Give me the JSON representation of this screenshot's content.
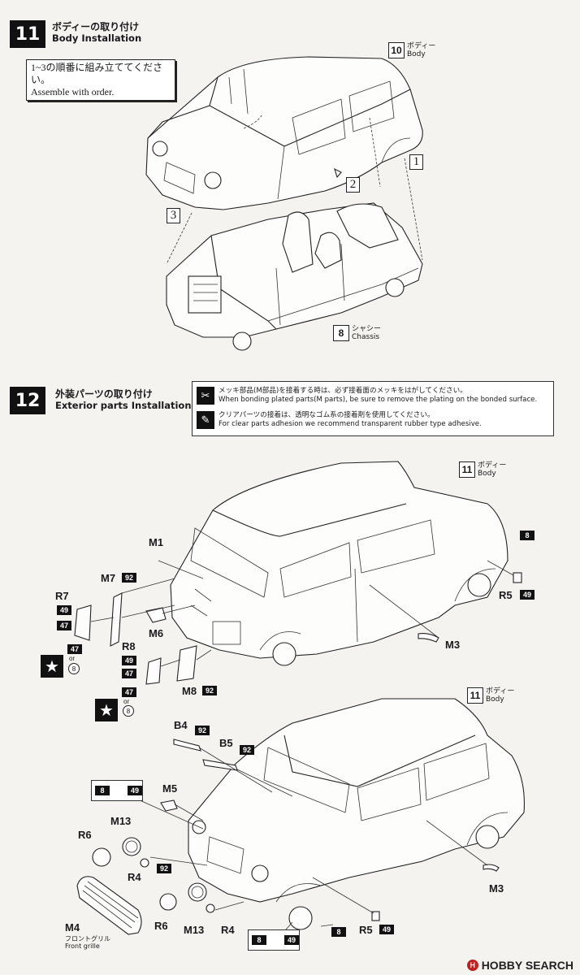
{
  "step11": {
    "number": "11",
    "title_ja": "ボディーの取り付け",
    "title_en": "Body Installation",
    "note_ja": "1~3の順番に組み立ててください。",
    "note_en": "Assemble with order.",
    "body_ref": {
      "num": "10",
      "ja": "ボディー",
      "en": "Body"
    },
    "chassis_ref": {
      "num": "8",
      "ja": "シャシー",
      "en": "Chassis"
    },
    "order": [
      "1",
      "2",
      "3"
    ]
  },
  "step12": {
    "number": "12",
    "title_ja": "外装パーツの取り付け",
    "title_en": "Exterior parts Installation",
    "warn1_ja": "メッキ部品(M部品)を接着する時は、必ず接着面のメッキをはがしてください。",
    "warn1_en": "When bonding plated parts(M parts), be sure to remove the plating on the bonded surface.",
    "warn2_ja": "クリアパーツの接着は、透明なゴム系の接着剤を使用してください。",
    "warn2_en": "For clear parts adhesion we recommend transparent rubber type adhesive.",
    "body_ref_a": {
      "num": "11",
      "ja": "ボディー",
      "en": "Body"
    },
    "body_ref_b": {
      "num": "11",
      "ja": "ボディー",
      "en": "Body"
    },
    "parts": {
      "M1": "M1",
      "M7": "M7",
      "R7": "R7",
      "M6": "M6",
      "R8": "R8",
      "M8": "M8",
      "M3a": "M3",
      "R5a": "R5",
      "B4": "B4",
      "B5": "B5",
      "M5": "M5",
      "M13a": "M13",
      "R6a": "R6",
      "R4a": "R4",
      "M4": "M4",
      "R6b": "R6",
      "M13b": "M13",
      "R4b": "R4",
      "M3b": "M3",
      "R5b": "R5"
    },
    "colors": {
      "c92": "92",
      "c49": "49",
      "c47": "47",
      "c8": "8",
      "or": "or"
    },
    "grille_ja": "フロントグリル",
    "grille_en": "Front grille"
  },
  "watermark": "HOBBY SEARCH",
  "icons": [
    "star-icon",
    "plating-warning-icon",
    "adhesive-icon",
    "hobby-search-logo-icon"
  ]
}
